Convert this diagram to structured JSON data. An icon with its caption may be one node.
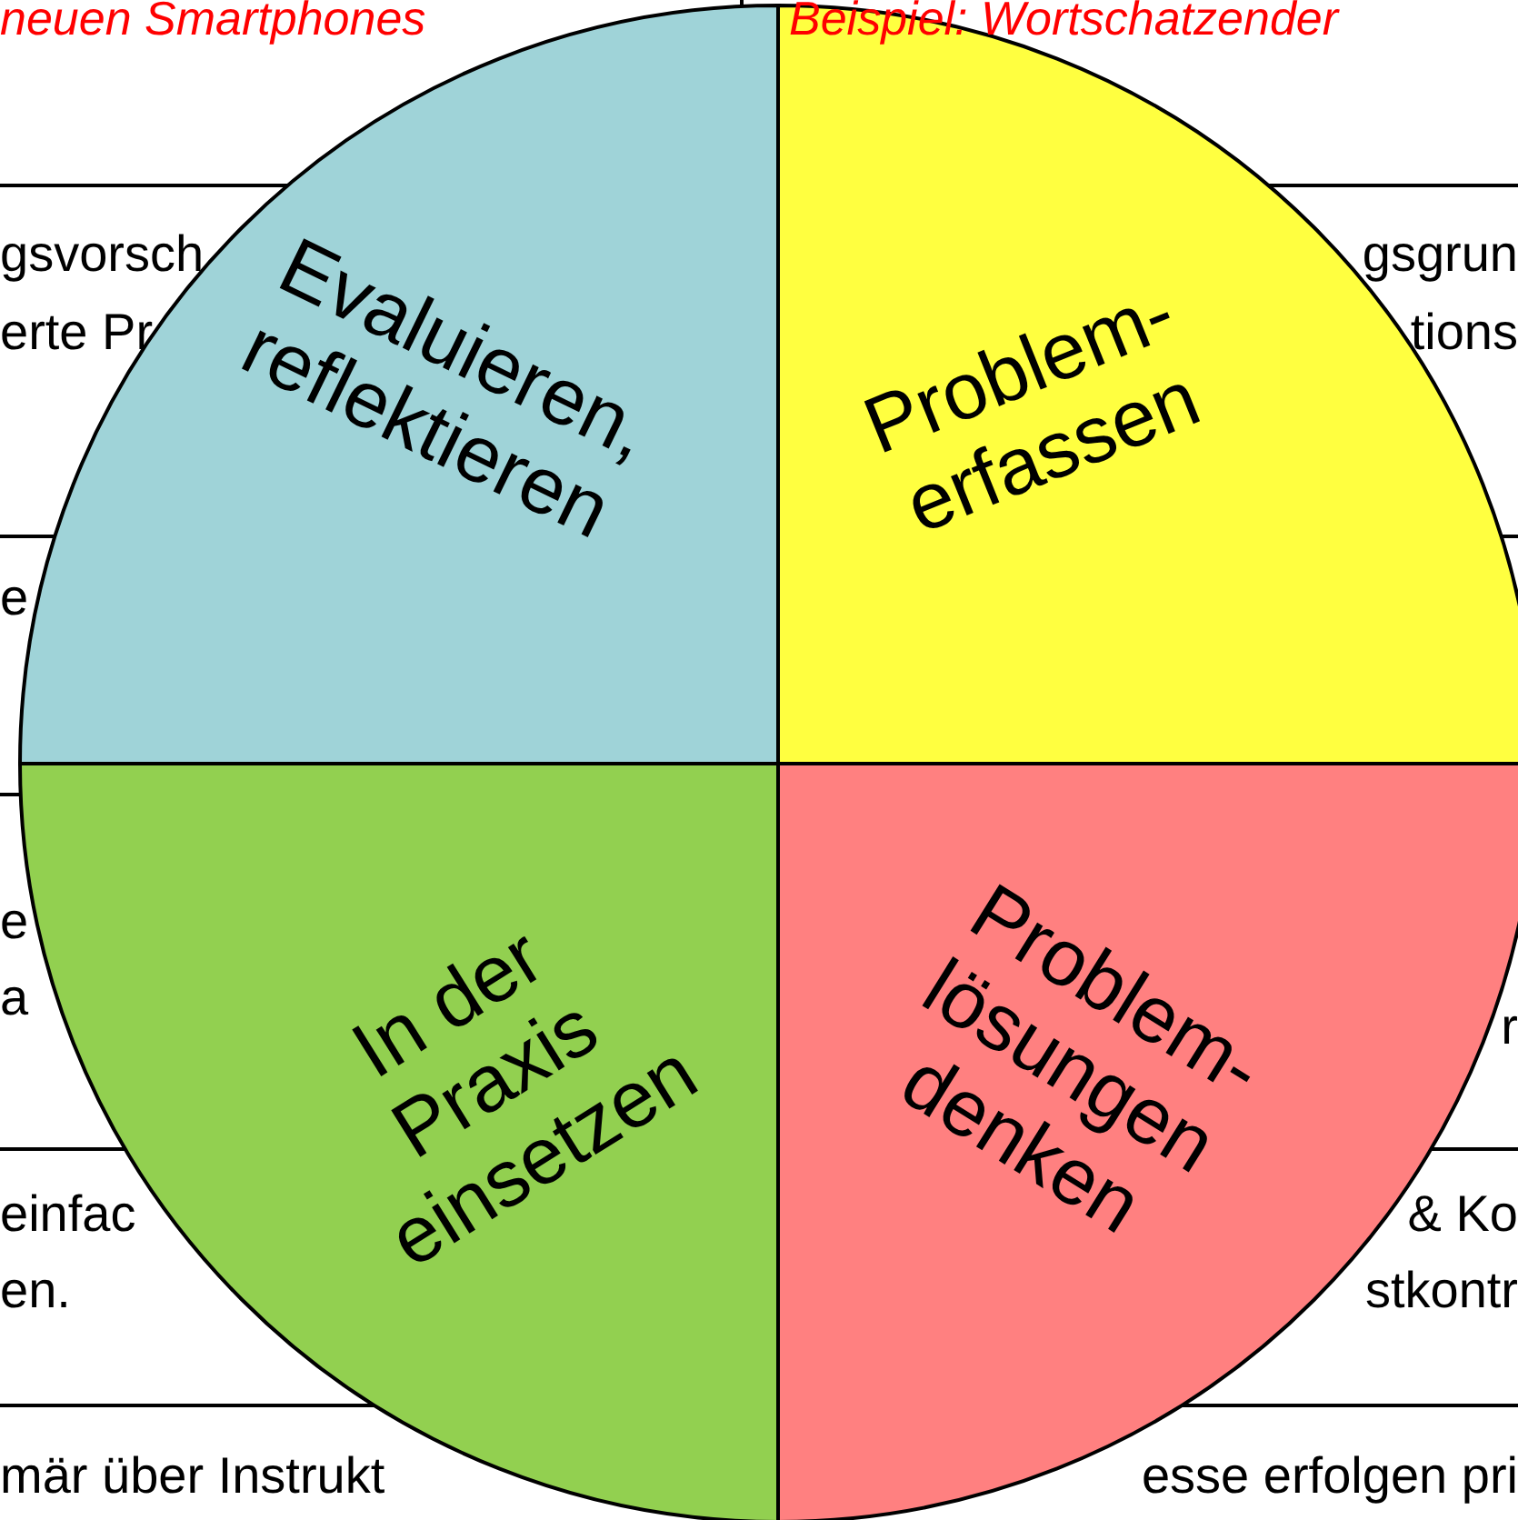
{
  "diagram": {
    "nodes": [
      {
        "text": [
          "Evaluieren, reflektieren"
        ]
      },
      {
        "text": [
          "Problem- erfassen"
        ]
      },
      {
        "text": [
          "In der Praxis einsetzen"
        ]
      },
      {
        "text": [
          "Problem- lösungen denken"
        ]
      }
    ],
    "labels": [
      "neuen Smartphones",
      "Beispiel: Wortschatzender",
      "gsvorsch",
      "gsgrun",
      "erte Pr",
      "tions",
      "e",
      "e",
      "r",
      "a",
      "einfac",
      "& Ko",
      "en.",
      "stkontr",
      "mär über Instrukt",
      "esse erfolgen pri"
    ]
  }
}
